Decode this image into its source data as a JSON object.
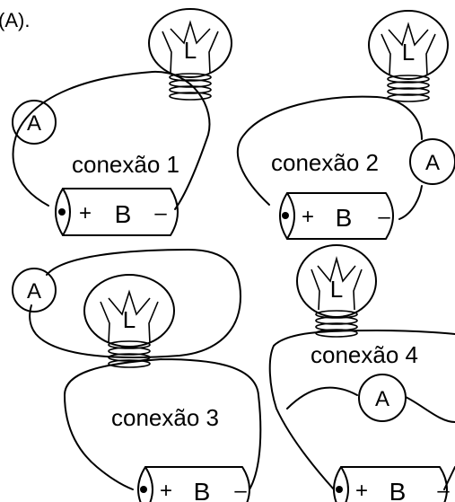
{
  "header_text": "(A).",
  "connections": [
    {
      "label": "conexão 1",
      "ammeter": "A",
      "lamp": "L",
      "battery": {
        "label": "B",
        "plus": "+",
        "minus": "–"
      }
    },
    {
      "label": "conexão 2",
      "ammeter": "A",
      "lamp": "L",
      "battery": {
        "label": "B",
        "plus": "+",
        "minus": "–"
      }
    },
    {
      "label": "conexão 3",
      "ammeter": "A",
      "lamp": "L",
      "battery": {
        "label": "B",
        "plus": "+",
        "minus": "–"
      }
    },
    {
      "label": "conexão 4",
      "ammeter": "A",
      "lamp": "L",
      "battery": {
        "label": "B",
        "plus": "+",
        "minus": "–"
      }
    }
  ],
  "colors": {
    "line": "#000000",
    "background": "#ffffff"
  }
}
